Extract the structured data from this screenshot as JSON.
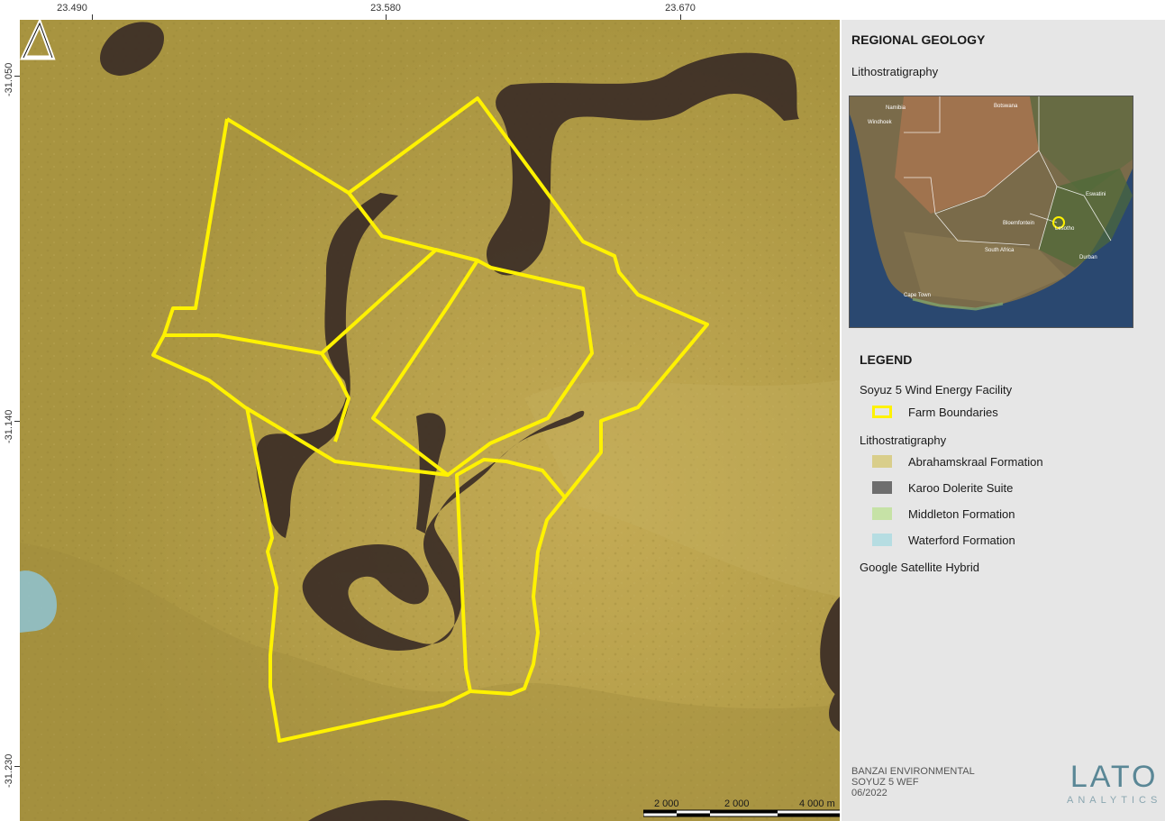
{
  "coordinates": {
    "top": [
      "23.490",
      "23.580",
      "23.670"
    ],
    "left": [
      "-31.050",
      "-31.140",
      "-31.230"
    ]
  },
  "panel": {
    "title": "REGIONAL GEOLOGY",
    "subtitle": "Lithostratigraphy"
  },
  "inset_map": {
    "labels": [
      "Namibia",
      "Botswana",
      "Eswatini",
      "Lesotho",
      "South Africa",
      "Bloemfontein",
      "Cape Town",
      "Durban",
      "Windhoek"
    ]
  },
  "legend": {
    "title": "LEGEND",
    "group1": "Soyuz 5 Wind Energy Facility",
    "farm": "Farm Boundaries",
    "group2": "Lithostratigraphy",
    "items": [
      {
        "label": "Abrahamskraal Formation",
        "color": "#d9ce8b"
      },
      {
        "label": "Karoo Dolerite Suite",
        "color": "#6e6e6e"
      },
      {
        "label": "Middleton Formation",
        "color": "#c6e2a6"
      },
      {
        "label": "Waterford Formation",
        "color": "#b6dde2"
      }
    ],
    "basemap": "Google Satellite Hybrid"
  },
  "credit": {
    "line1": "BANZAI ENVIRONMENTAL",
    "line2": "SOYUZ 5 WEF",
    "line3": "06/2022"
  },
  "logo": {
    "main": "LATO",
    "sub": "ANALYTICS"
  },
  "scalebar": {
    "labels": [
      "2 000",
      "2 000",
      "4 000 m"
    ]
  },
  "colors": {
    "farm_boundary": "#fff200",
    "formation_base": "#b3a044",
    "dolerite": "#3b2d26",
    "waterford": "#8fc4d4"
  }
}
